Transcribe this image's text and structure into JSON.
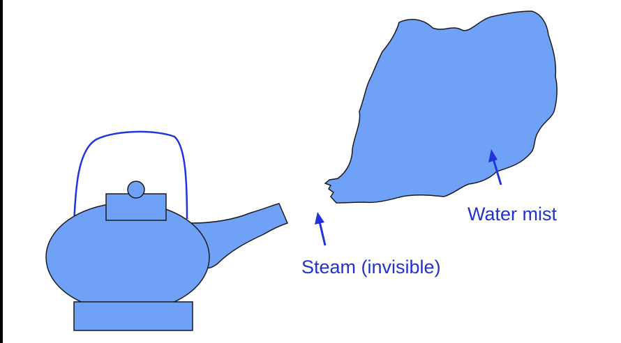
{
  "colors": {
    "fill": "#6fa1f7",
    "outline": "#1a1a1a",
    "handle": "#2233dd",
    "arrow": "#2233dd",
    "label": "#2233cc"
  },
  "labels": {
    "water_mist": "Water mist",
    "steam": "Steam (invisible)"
  },
  "icons": {
    "kettle": "kettle-icon",
    "cloud": "mist-cloud-shape"
  }
}
